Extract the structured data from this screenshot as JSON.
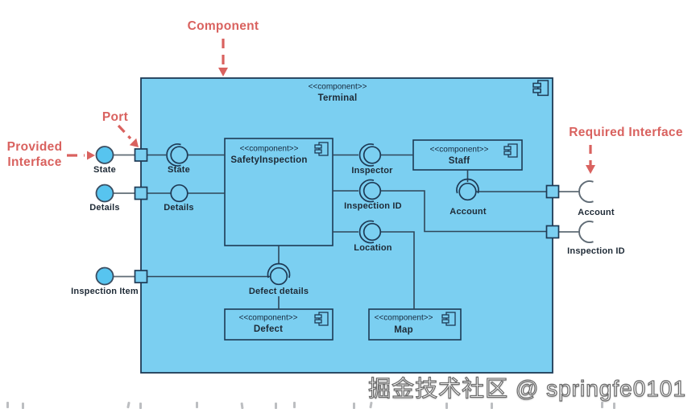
{
  "annotations": {
    "component": "Component",
    "port": "Port",
    "provided_interface": {
      "line1": "Provided",
      "line2": "Interface"
    },
    "required_interface": "Required Interface"
  },
  "terminal": {
    "stereotype": "<<component>>",
    "name": "Terminal"
  },
  "components": {
    "safety_inspection": {
      "stereotype": "<<component>>",
      "name": "SafetyInspection"
    },
    "staff": {
      "stereotype": "<<component>>",
      "name": "Staff"
    },
    "defect": {
      "stereotype": "<<component>>",
      "name": "Defect"
    },
    "map": {
      "stereotype": "<<component>>",
      "name": "Map"
    }
  },
  "provided_interfaces": {
    "state": "State",
    "details": "Details",
    "inspection_item": "Inspection Item"
  },
  "internal_interfaces": {
    "state": "State",
    "details": "Details",
    "inspector": "Inspector",
    "inspection_id": "Inspection ID",
    "location": "Location",
    "account": "Account",
    "defect_details": "Defect details"
  },
  "required_interfaces": {
    "account": "Account",
    "inspection_id": "Inspection ID"
  },
  "watermark": "掘金技术社区 @ springfe0101",
  "colors": {
    "component_fill": "#7BCFF1",
    "ball_fill": "#57C4EF",
    "outline": "#1E3A55",
    "connector_gray": "#5F6B75",
    "connector_dark": "#2F4659",
    "annotation_red": "#D9625F",
    "label_text": "#1E2A36",
    "watermark_text": "#FFFFFF"
  }
}
